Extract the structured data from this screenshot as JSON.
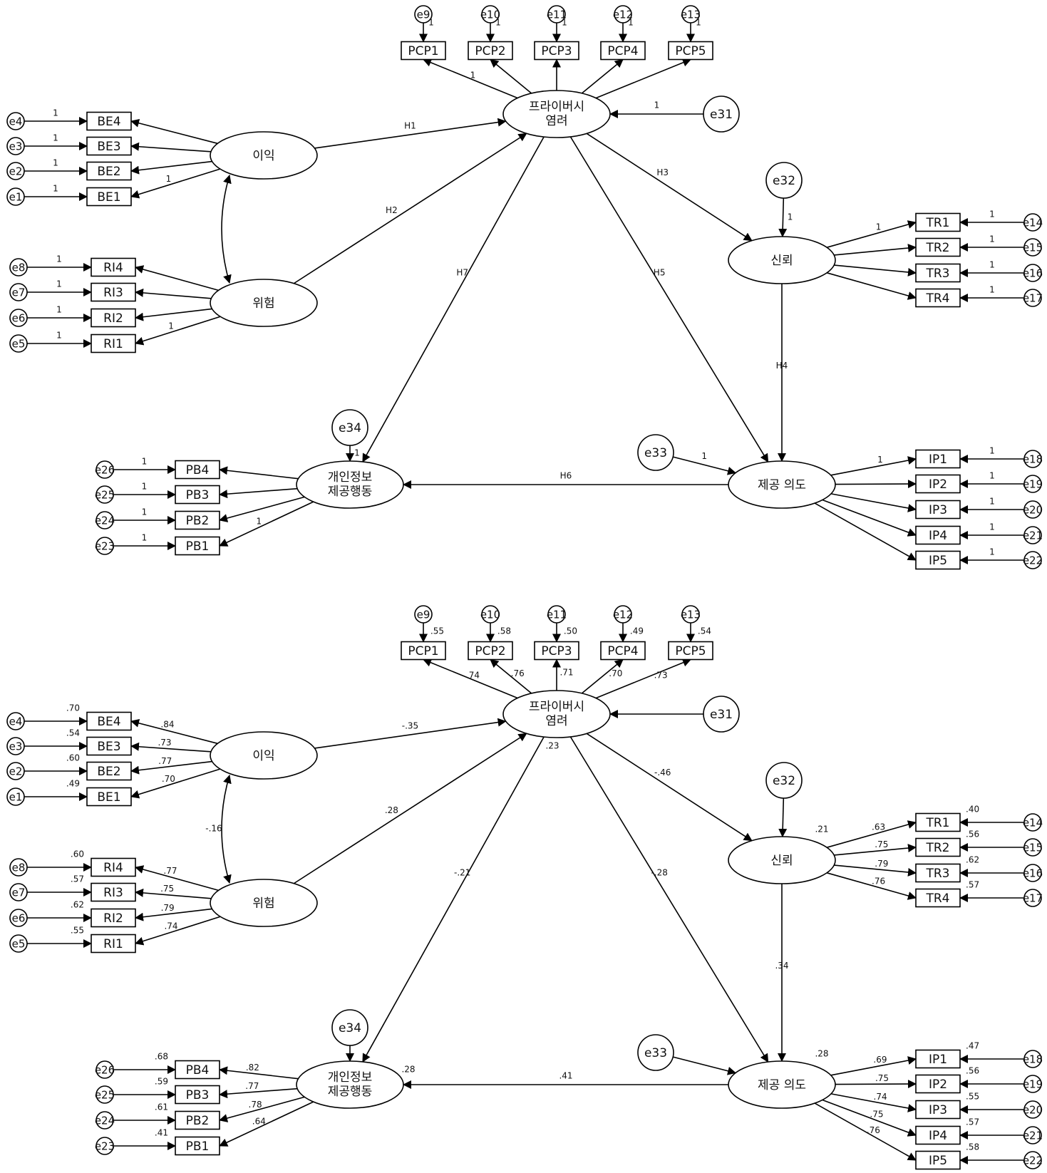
{
  "panels": [
    {
      "id": "unstandardized",
      "latents": {
        "L_BE": "이익",
        "L_RI": "위험",
        "L_PCP": [
          "프라이버시",
          "염려"
        ],
        "L_TR": "신뢰",
        "L_IP": "제공 의도",
        "L_PB": [
          "개인정보",
          "제공행동"
        ]
      },
      "indicators": {
        "BE4": "BE4",
        "BE3": "BE3",
        "BE2": "BE2",
        "BE1": "BE1",
        "RI4": "RI4",
        "RI3": "RI3",
        "RI2": "RI2",
        "RI1": "RI1",
        "PCP1": "PCP1",
        "PCP2": "PCP2",
        "PCP3": "PCP3",
        "PCP4": "PCP4",
        "PCP5": "PCP5",
        "TR1": "TR1",
        "TR2": "TR2",
        "TR3": "TR3",
        "TR4": "TR4",
        "IP1": "IP1",
        "IP2": "IP2",
        "IP3": "IP3",
        "IP4": "IP4",
        "IP5": "IP5",
        "PB4": "PB4",
        "PB3": "PB3",
        "PB2": "PB2",
        "PB1": "PB1"
      },
      "errors": {
        "e1": "e1",
        "e2": "e2",
        "e3": "e3",
        "e4": "e4",
        "e5": "e5",
        "e6": "e6",
        "e7": "e7",
        "e8": "e8",
        "e9": "e9",
        "e10": "e10",
        "e11": "e11",
        "e12": "e12",
        "e13": "e13",
        "e14": "e14",
        "e15": "e15",
        "e16": "e16",
        "e17": "e17",
        "e18": "e18",
        "e19": "e19",
        "e20": "e20",
        "e21": "e21",
        "e22": "e22",
        "e23": "e23",
        "e24": "e24",
        "e25": "e25",
        "e26": "e26",
        "e31": "e31",
        "e32": "e32",
        "e33": "e33",
        "e34": "e34"
      },
      "edge_labels": {
        "BE4": "",
        "BE3": "",
        "BE2": "",
        "BE1": "1",
        "RI4": "",
        "RI3": "",
        "RI2": "",
        "RI1": "1",
        "PCP1": "1",
        "PCP2": "",
        "PCP3": "",
        "PCP4": "",
        "PCP5": "",
        "TR1": "1",
        "TR2": "",
        "TR3": "",
        "TR4": "",
        "IP1": "1",
        "IP2": "",
        "IP3": "",
        "IP4": "",
        "IP5": "",
        "PB4": "",
        "PB3": "",
        "PB2": "",
        "PB1": "1",
        "H1": "H1",
        "H2": "H2",
        "H3": "H3",
        "H4": "H4",
        "H5": "H5",
        "H6": "H6",
        "H7": "H7",
        "corr": "",
        "e31": "1",
        "e32": "1",
        "e33": "1",
        "e34": "1"
      },
      "error_labels": {
        "e1": "1",
        "e2": "1",
        "e3": "1",
        "e4": "1",
        "e5": "1",
        "e6": "1",
        "e7": "1",
        "e8": "1",
        "e9": "1",
        "e10": "1",
        "e11": "1",
        "e12": "1",
        "e13": "1",
        "e14": "1",
        "e15": "1",
        "e16": "1",
        "e17": "1",
        "e18": "1",
        "e19": "1",
        "e20": "1",
        "e21": "1",
        "e22": "1",
        "e23": "1",
        "e24": "1",
        "e25": "1",
        "e26": "1"
      },
      "r2": {
        "BE4": "",
        "BE3": "",
        "BE2": "",
        "BE1": "",
        "RI4": "",
        "RI3": "",
        "RI2": "",
        "RI1": "",
        "PCP1": "",
        "PCP2": "",
        "PCP3": "",
        "PCP4": "",
        "PCP5": "",
        "TR1": "",
        "TR2": "",
        "TR3": "",
        "TR4": "",
        "IP1": "",
        "IP2": "",
        "IP3": "",
        "IP4": "",
        "IP5": "",
        "PB4": "",
        "PB3": "",
        "PB2": "",
        "PB1": "",
        "L_PCP": "",
        "L_TR": "",
        "L_IP": "",
        "L_PB": ""
      }
    },
    {
      "id": "standardized",
      "latents": {
        "L_BE": "이익",
        "L_RI": "위험",
        "L_PCP": [
          "프라이버시",
          "염려"
        ],
        "L_TR": "신뢰",
        "L_IP": "제공 의도",
        "L_PB": [
          "개인정보",
          "제공행동"
        ]
      },
      "indicators": {
        "BE4": "BE4",
        "BE3": "BE3",
        "BE2": "BE2",
        "BE1": "BE1",
        "RI4": "RI4",
        "RI3": "RI3",
        "RI2": "RI2",
        "RI1": "RI1",
        "PCP1": "PCP1",
        "PCP2": "PCP2",
        "PCP3": "PCP3",
        "PCP4": "PCP4",
        "PCP5": "PCP5",
        "TR1": "TR1",
        "TR2": "TR2",
        "TR3": "TR3",
        "TR4": "TR4",
        "IP1": "IP1",
        "IP2": "IP2",
        "IP3": "IP3",
        "IP4": "IP4",
        "IP5": "IP5",
        "PB4": "PB4",
        "PB3": "PB3",
        "PB2": "PB2",
        "PB1": "PB1"
      },
      "errors": {
        "e1": "e1",
        "e2": "e2",
        "e3": "e3",
        "e4": "e4",
        "e5": "e5",
        "e6": "e6",
        "e7": "e7",
        "e8": "e8",
        "e9": "e9",
        "e10": "e10",
        "e11": "e11",
        "e12": "e12",
        "e13": "e13",
        "e14": "e14",
        "e15": "e15",
        "e16": "e16",
        "e17": "e17",
        "e18": "e18",
        "e19": "e19",
        "e20": "e20",
        "e21": "e21",
        "e22": "e22",
        "e23": "e23",
        "e24": "e24",
        "e25": "e25",
        "e26": "e26",
        "e31": "e31",
        "e32": "e32",
        "e33": "e33",
        "e34": "e34"
      },
      "edge_labels": {
        "BE4": ".84",
        "BE3": ".73",
        "BE2": ".77",
        "BE1": ".70",
        "RI4": ".77",
        "RI3": ".75",
        "RI2": ".79",
        "RI1": ".74",
        "PCP1": ".74",
        "PCP2": ".76",
        "PCP3": ".71",
        "PCP4": ".70",
        "PCP5": ".73",
        "TR1": ".63",
        "TR2": ".75",
        "TR3": ".79",
        "TR4": ".76",
        "IP1": ".69",
        "IP2": ".75",
        "IP3": ".74",
        "IP4": ".75",
        "IP5": ".76",
        "PB4": ".82",
        "PB3": ".77",
        "PB2": ".78",
        "PB1": ".64",
        "H1": "-.35",
        "H2": ".28",
        "H3": "-.46",
        "H4": ".34",
        "H5": "-.28",
        "H6": ".41",
        "H7": "-.21",
        "corr": "-.16",
        "e31": "",
        "e32": "",
        "e33": "",
        "e34": ""
      },
      "error_labels": {
        "e1": "",
        "e2": "",
        "e3": "",
        "e4": "",
        "e5": "",
        "e6": "",
        "e7": "",
        "e8": "",
        "e9": "",
        "e10": "",
        "e11": "",
        "e12": "",
        "e13": "",
        "e14": "",
        "e15": "",
        "e16": "",
        "e17": "",
        "e18": "",
        "e19": "",
        "e20": "",
        "e21": "",
        "e22": "",
        "e23": "",
        "e24": "",
        "e25": "",
        "e26": ""
      },
      "r2": {
        "BE4": ".70",
        "BE3": ".54",
        "BE2": ".60",
        "BE1": ".49",
        "RI4": ".60",
        "RI3": ".57",
        "RI2": ".62",
        "RI1": ".55",
        "PCP1": ".55",
        "PCP2": ".58",
        "PCP3": ".50",
        "PCP4": ".49",
        "PCP5": ".54",
        "TR1": ".40",
        "TR2": ".56",
        "TR3": ".62",
        "TR4": ".57",
        "IP1": ".47",
        "IP2": ".56",
        "IP3": ".55",
        "IP4": ".57",
        "IP5": ".58",
        "PB4": ".68",
        "PB3": ".59",
        "PB2": ".61",
        "PB1": ".41",
        "L_PCP": ".23",
        "L_TR": ".21",
        "L_IP": ".28",
        "L_PB": ".28"
      }
    }
  ]
}
